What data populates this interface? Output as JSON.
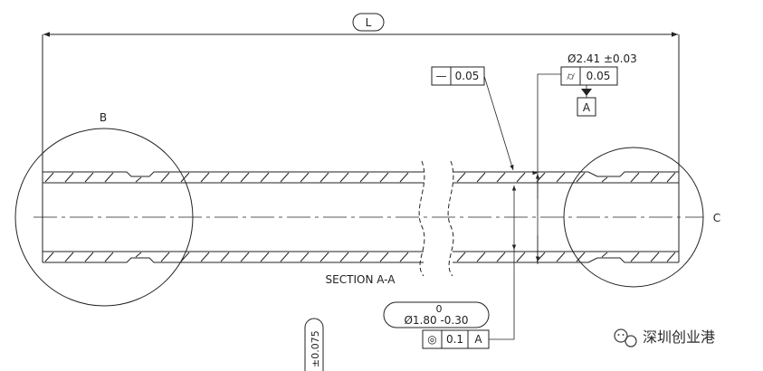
{
  "length_label": "L",
  "detail_b": "B",
  "detail_c": "C",
  "section_label": "SECTION A-A",
  "straightness": {
    "symbol": "—",
    "tolerance": "0.05"
  },
  "outer_diameter": "Ø2.41 ±0.03",
  "cylindricity": {
    "symbol": "⌭",
    "tolerance": "0.05"
  },
  "datum_a": "A",
  "inner_diameter": {
    "upper": "0",
    "main": "Ø1.80 -0.30"
  },
  "concentricity": {
    "symbol": "◎",
    "tolerance": "0.1",
    "datum": "A"
  },
  "bottom_tolerance": "±0.075",
  "watermark": "深圳创业港"
}
